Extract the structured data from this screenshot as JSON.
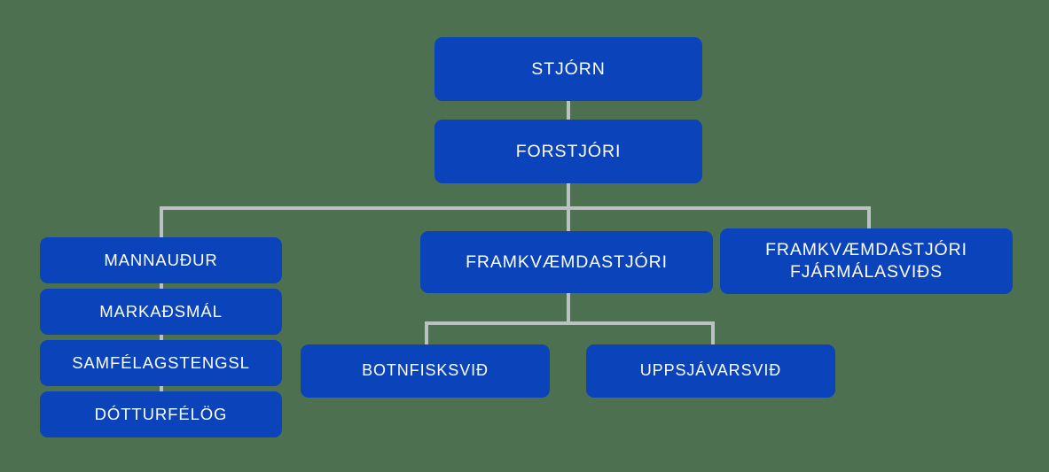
{
  "diagram": {
    "type": "organizational-chart",
    "title": "",
    "language": "is",
    "colors": {
      "background": "#4d7150",
      "node_fill": "#0a43ba",
      "node_text": "#ffffff",
      "connector": "#b9c2c0"
    },
    "nodes": {
      "board": {
        "label": "STJÓRN"
      },
      "ceo": {
        "label": "FORSTJÓRI"
      },
      "managing_director": {
        "label": "FRAMKVÆMDASTJÓRI"
      },
      "finance_director": {
        "label": "FRAMKVÆMDASTJÓRI\nFJÁRMÁLASVIÐS"
      },
      "human_resources": {
        "label": "MANNAUÐUR"
      },
      "marketing": {
        "label": "MARKAÐSMÁL"
      },
      "community_relations": {
        "label": "SAMFÉLAGSTENGSL"
      },
      "subsidiaries": {
        "label": "DÓTTURFÉLÖG"
      },
      "demersal_division": {
        "label": "BOTNFISKSVIÐ"
      },
      "pelagic_division": {
        "label": "UPPSJÁVARSVIÐ"
      }
    }
  }
}
